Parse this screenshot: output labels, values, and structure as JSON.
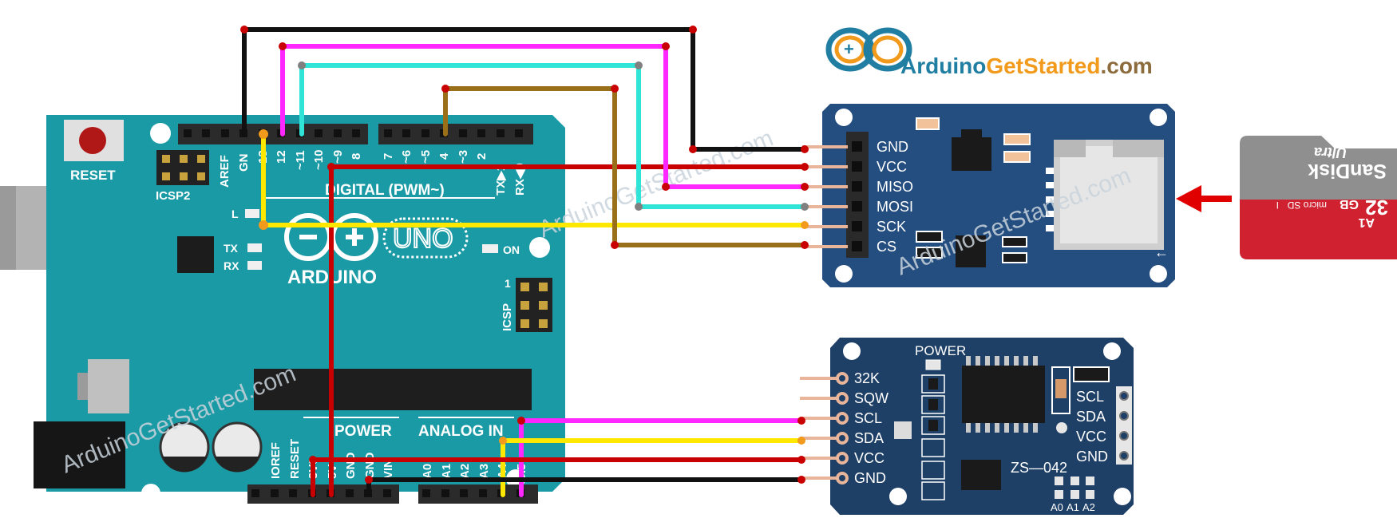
{
  "logo": {
    "name_part1": "Arduino",
    "name_part2": "GetStarted",
    "name_part3": ".com"
  },
  "watermark": "ArduinoGetStarted.com",
  "arduino": {
    "reset_label": "RESET",
    "icsp2_label": "ICSP2",
    "icsp_label": "ICSP",
    "icsp_pin1": "1",
    "brand": "ARDUINO",
    "model": "UNO",
    "digital_label": "DIGITAL (PWM~)",
    "power_label": "POWER",
    "analog_label": "ANALOG IN",
    "led_l": "L",
    "led_tx": "TX",
    "led_rx": "RX",
    "led_on": "ON",
    "aref": "AREF",
    "gnd_top": "GN",
    "pin_13": "13",
    "pin_12": "12",
    "pin_11": "~11",
    "pin_10": "~10",
    "pin_9": "~9",
    "pin_8": "8",
    "pin_7": "7",
    "pin_6": "~6",
    "pin_5": "~5",
    "pin_4": "4",
    "pin_3": "~3",
    "pin_2": "2",
    "pin_tx1": "TX▶1",
    "pin_rx0": "RX◀0",
    "ioref": "IOREF",
    "reset_pin": "RESET",
    "p3v3": "3V3",
    "p5v": "5V",
    "gnd1": "GND",
    "gnd2": "GND",
    "vin": "VIN",
    "a0": "A0",
    "a1": "A1",
    "a2": "A2",
    "a3": "A3",
    "a4": "A4",
    "a5": "A5"
  },
  "sd_module": {
    "pins": [
      "GND",
      "VCC",
      "MISO",
      "MOSI",
      "SCK",
      "CS"
    ]
  },
  "sd_card": {
    "brand": "SanDisk",
    "line": "Ultra",
    "capacity": "32",
    "capacity_unit": "GB",
    "type": "micro SD",
    "rating": "A1",
    "class": "I"
  },
  "rtc_module": {
    "power_label": "POWER",
    "model": "ZS—042",
    "left_pins": [
      "32K",
      "SQW",
      "SCL",
      "SDA",
      "VCC",
      "GND"
    ],
    "right_pins": [
      "SCL",
      "SDA",
      "VCC",
      "GND"
    ],
    "address_pins": [
      "A0",
      "A1",
      "A2"
    ]
  },
  "colors": {
    "board": "#1a9aa5",
    "board_dark": "#137e88",
    "header": "#2b2b2b",
    "sd_pcb": "#244d80",
    "rtc_pcb": "#1e3f66",
    "wire_black": "#111111",
    "wire_red": "#c80000",
    "wire_magenta": "#ff27ff",
    "wire_cyan": "#30e4d8",
    "wire_yellow": "#ffe800",
    "wire_brown": "#9a6f1a",
    "arrow": "#e00000",
    "logo_blue": "#1f7ea1",
    "logo_orange": "#f29a1c",
    "logo_brown": "#8c6b3d"
  }
}
